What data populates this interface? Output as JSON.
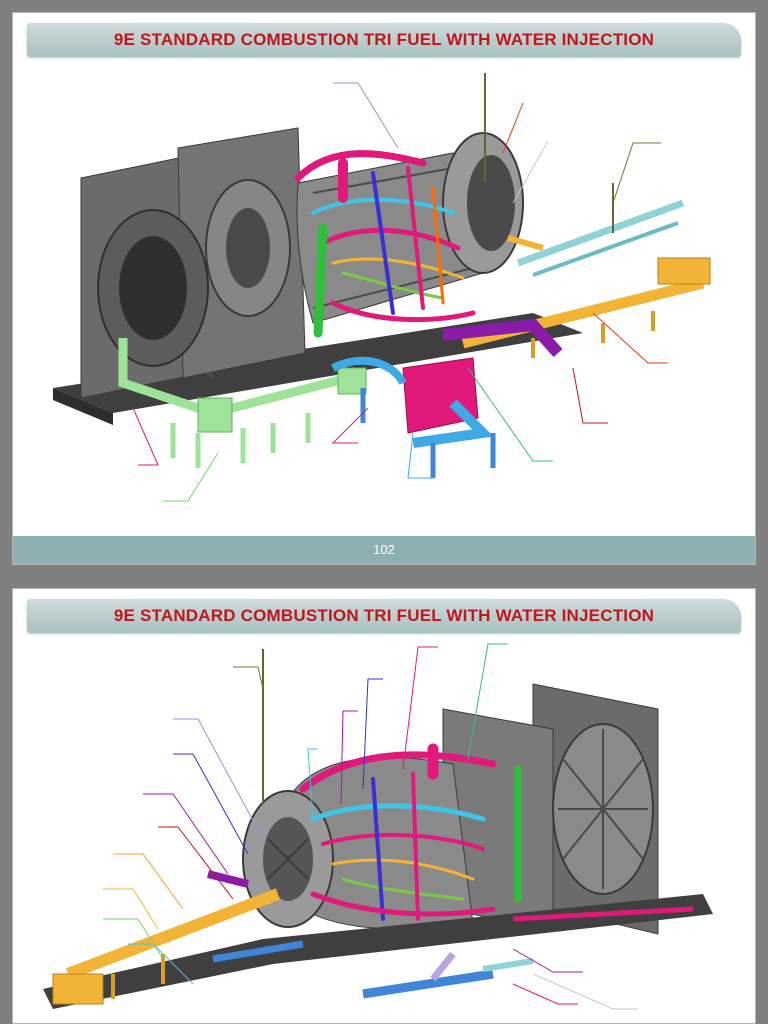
{
  "slides": [
    {
      "title": "9E STANDARD COMBUSTION TRI FUEL WITH WATER INJECTION",
      "page_number": "102"
    },
    {
      "title": "9E STANDARD COMBUSTION TRI FUEL WITH WATER INJECTION"
    }
  ],
  "colors": {
    "title_red": "#c0161c",
    "banner_teal": "#a9c1c1",
    "footer_teal": "#8fb0b1",
    "casing_gray": "#5a5a5a",
    "fuel_yellow": "#f2b437",
    "pipe_green": "#9fe39a",
    "pipe_magenta": "#e0197a",
    "pipe_cyan": "#3fc6e6",
    "pipe_blue": "#2f86d6",
    "pipe_purple": "#8a1aa8"
  },
  "icons": [
    "gas-turbine-assembly-diagram"
  ]
}
